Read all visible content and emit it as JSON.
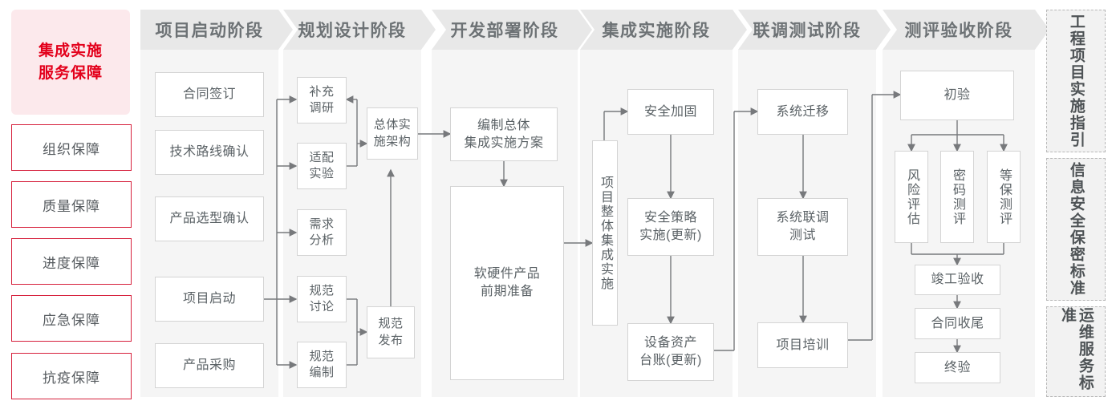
{
  "guarantee": {
    "title": "集成实施\n服务保障",
    "title_line1": "集成实施",
    "title_line2": "服务保障",
    "items": [
      {
        "label": "组织保障"
      },
      {
        "label": "质量保障"
      },
      {
        "label": "进度保障"
      },
      {
        "label": "应急保障"
      },
      {
        "label": "抗疫保障"
      }
    ]
  },
  "phases": [
    {
      "id": "startup",
      "label": "项目启动阶段"
    },
    {
      "id": "planning",
      "label": "规划设计阶段"
    },
    {
      "id": "develop",
      "label": "开发部署阶段"
    },
    {
      "id": "integrate",
      "label": "集成实施阶段"
    },
    {
      "id": "jointtest",
      "label": "联调测试阶段"
    },
    {
      "id": "accept",
      "label": "测评验收阶段"
    }
  ],
  "nodes": {
    "startup": [
      {
        "label": "合同签订"
      },
      {
        "label": "技术路线确认"
      },
      {
        "label": "产品选型确认"
      },
      {
        "label": "项目启动"
      },
      {
        "label": "产品采购"
      }
    ],
    "planning": [
      {
        "label": "补充\n调研"
      },
      {
        "label": "适配\n实验"
      },
      {
        "label": "需求\n分析"
      },
      {
        "label": "规范\n讨论"
      },
      {
        "label": "规范\n编制"
      },
      {
        "label": "总体实\n施架构"
      },
      {
        "label": "规范\n发布"
      }
    ],
    "develop": [
      {
        "label": "编制总体\n集成实施方案"
      },
      {
        "label": "软硬件产品\n前期准备"
      }
    ],
    "integrate": [
      {
        "label": "项目整体集成实施"
      },
      {
        "label": "安全加固"
      },
      {
        "label": "安全策略\n实施(更新)"
      },
      {
        "label": "设备资产\n台账(更新)"
      }
    ],
    "jointtest": [
      {
        "label": "系统迁移"
      },
      {
        "label": "系统联调\n测试"
      },
      {
        "label": "项目培训"
      }
    ],
    "accept": [
      {
        "label": "初验"
      },
      {
        "label": "风险评估"
      },
      {
        "label": "密码测评"
      },
      {
        "label": "等保测评"
      },
      {
        "label": "竣工验收"
      },
      {
        "label": "合同收尾"
      },
      {
        "label": "终验"
      }
    ]
  },
  "standards": [
    {
      "id": "eng",
      "label": "工程项目实施指引"
    },
    {
      "id": "sec",
      "label": "信息安全保密标准"
    },
    {
      "id": "ops",
      "label": "运维服务标准"
    }
  ],
  "colors": {
    "brand_red": "#e3001b",
    "brand_red_border": "#d6203c",
    "brand_red_bg": "#fce9ec",
    "panel_bg": "#f5f5f5",
    "header_bg": "#e8e8e8",
    "header_text": "#6d7275",
    "node_border": "#d4d4d4",
    "node_text": "#5b6266",
    "connector": "#77797c"
  }
}
